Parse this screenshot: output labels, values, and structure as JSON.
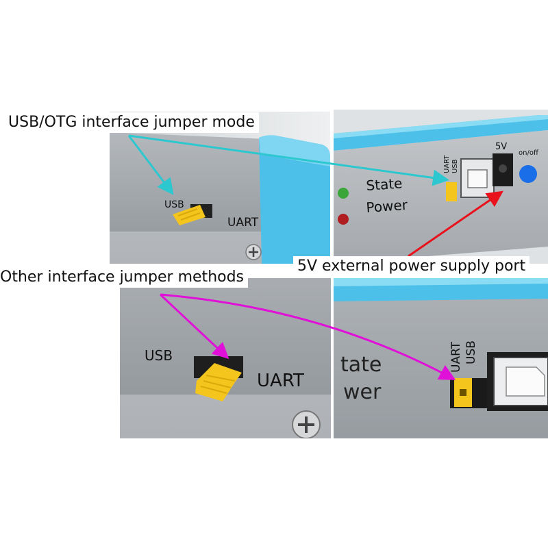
{
  "captions": {
    "usb_otg": "USB/OTG interface jumper mode",
    "other": "Other interface jumper methods",
    "power": "5V external power supply port"
  },
  "device": {
    "label_usb": "USB",
    "label_uart": "UART",
    "label_state": "State",
    "label_power": "Power",
    "label_5v": "5V",
    "label_onoff": "on/off",
    "label_uart_vertical": "UART",
    "label_usb_vertical": "USB",
    "partial_state": "tate",
    "partial_power": "wer"
  },
  "colors": {
    "case_gray": "#9a9fa4",
    "case_blue": "#4cc0e8",
    "jumper_yellow": "#f4c51c",
    "arrow_cyan": "#2cc7cf",
    "arrow_magenta": "#e010d8",
    "arrow_red": "#e8121c",
    "led_green": "#3aa63a",
    "led_red": "#b01d20",
    "button_blue": "#1a6ee8"
  }
}
